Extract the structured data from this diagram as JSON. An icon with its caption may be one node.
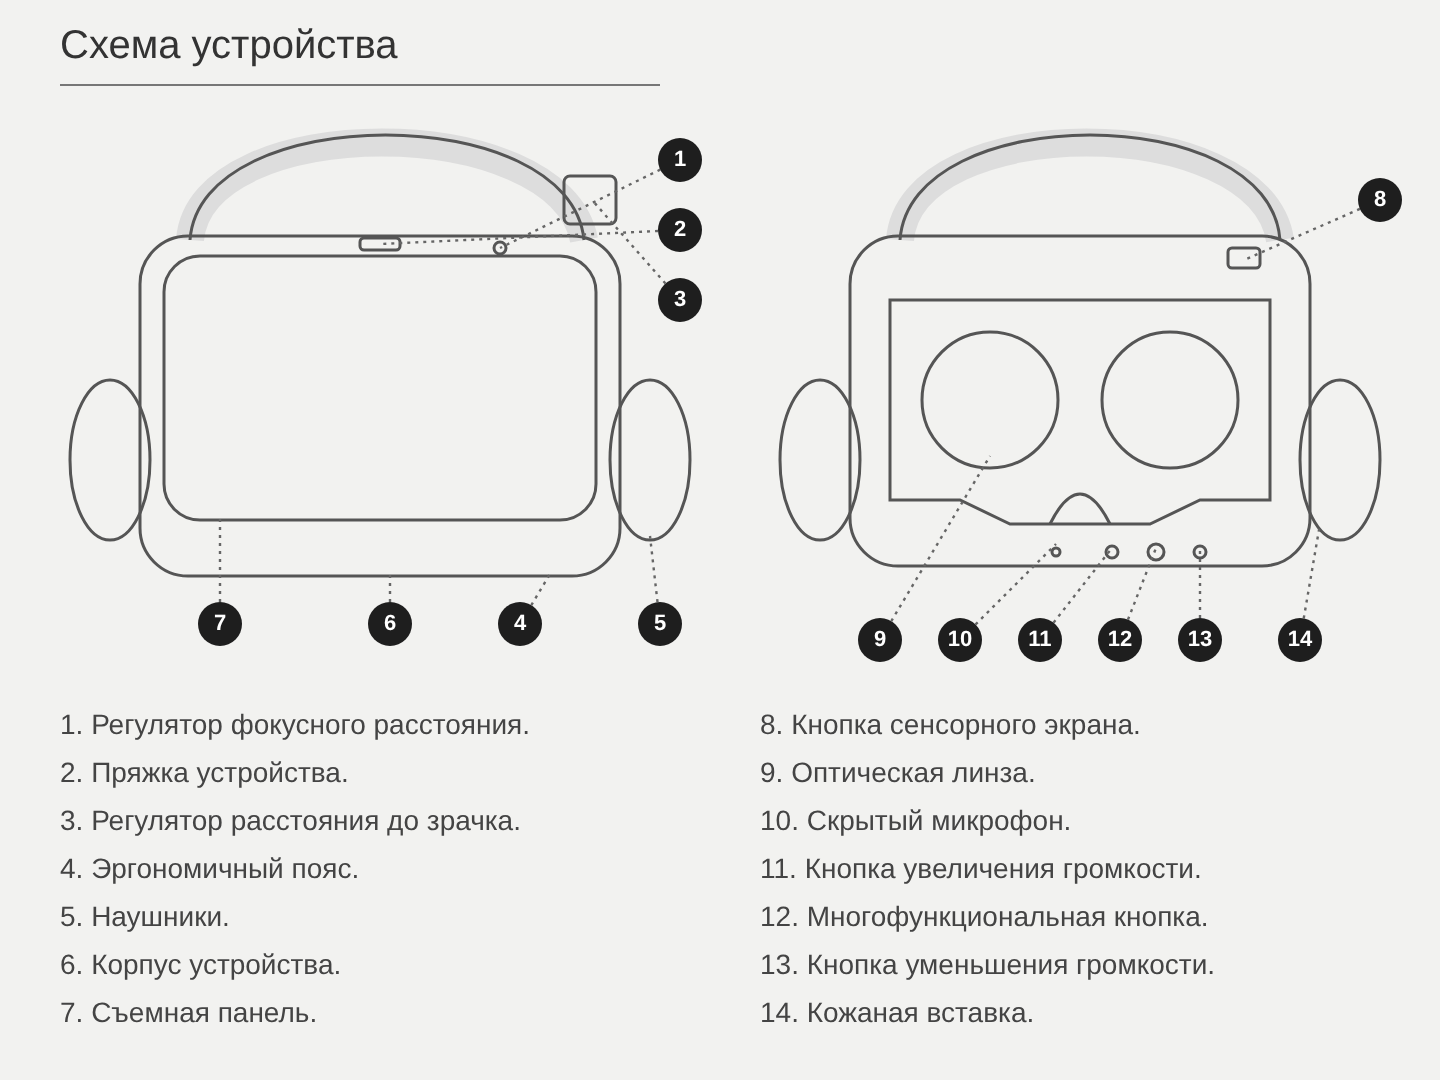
{
  "diagram": {
    "title": "Схема устройства",
    "nodes": [
      {
        "text": [
          "1"
        ]
      },
      {
        "text": [
          "2"
        ]
      },
      {
        "text": [
          "3"
        ]
      },
      {
        "text": [
          "4"
        ]
      },
      {
        "text": [
          "5"
        ]
      },
      {
        "text": [
          "6"
        ]
      },
      {
        "text": [
          "7"
        ]
      },
      {
        "text": [
          "8"
        ]
      },
      {
        "text": [
          "9"
        ]
      },
      {
        "text": [
          "10"
        ]
      },
      {
        "text": [
          "11"
        ]
      },
      {
        "text": [
          "12"
        ]
      },
      {
        "text": [
          "13"
        ]
      },
      {
        "text": [
          "14"
        ]
      }
    ],
    "edges": [
      {
        "from": 0,
        "to": null,
        "arrow": "none"
      },
      {
        "from": 1,
        "to": null,
        "arrow": "none"
      },
      {
        "from": 2,
        "to": null,
        "arrow": "none"
      },
      {
        "from": 3,
        "to": null,
        "arrow": "none"
      },
      {
        "from": 4,
        "to": null,
        "arrow": "none"
      },
      {
        "from": 5,
        "to": null,
        "arrow": "none"
      },
      {
        "from": 6,
        "to": null,
        "arrow": "none"
      },
      {
        "from": 7,
        "to": null,
        "arrow": "none"
      },
      {
        "from": 8,
        "to": null,
        "arrow": "none"
      },
      {
        "from": 9,
        "to": null,
        "arrow": "none"
      },
      {
        "from": 10,
        "to": null,
        "arrow": "none"
      },
      {
        "from": 11,
        "to": null,
        "arrow": "none"
      },
      {
        "from": 12,
        "to": null,
        "arrow": "none"
      },
      {
        "from": 13,
        "to": null,
        "arrow": "none"
      }
    ],
    "labels": [
      "1. Регулятор фокусного расстояния.",
      "2. Пряжка устройства.",
      "3. Регулятор расстояния до зрачка.",
      "4. Эргономичный пояс.",
      "5. Наушники.",
      "6. Корпус устройства.",
      "7. Съемная панель.",
      "8. Кнопка сенсорного экрана.",
      "9. Оптическая линза.",
      "10. Скрытый микрофон.",
      "11. Кнопка увеличения громкости.",
      "12. Многофункциональная кнопка.",
      "13. Кнопка уменьшения громкости.",
      "14. Кожаная вставка."
    ]
  }
}
